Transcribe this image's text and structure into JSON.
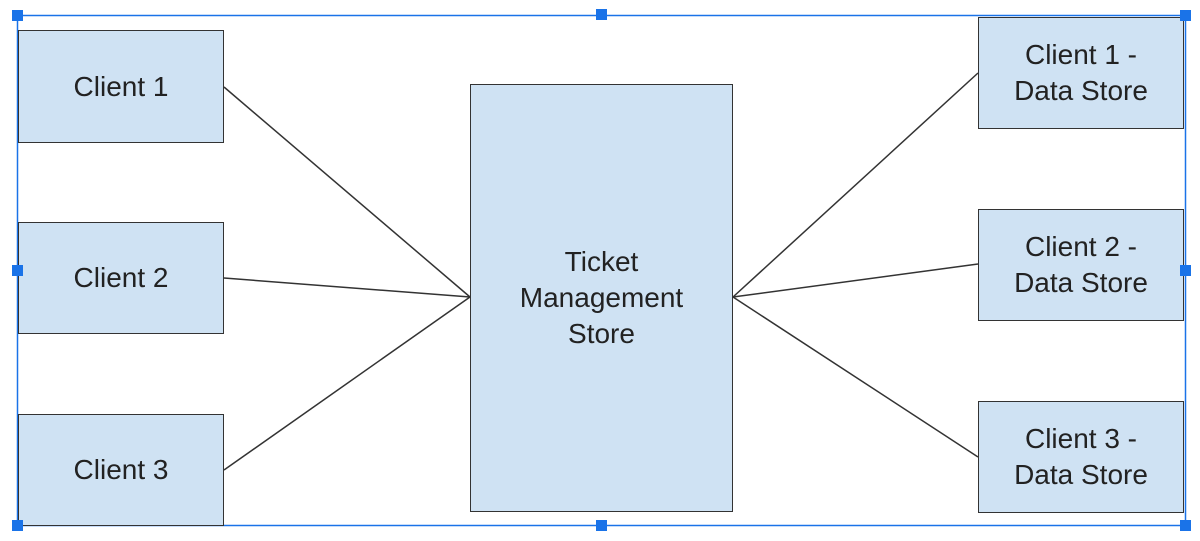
{
  "diagram": {
    "center": {
      "label": "Ticket\nManagement\nStore"
    },
    "clients": [
      {
        "label": "Client 1"
      },
      {
        "label": "Client 2"
      },
      {
        "label": "Client 3"
      }
    ],
    "data_stores": [
      {
        "label": "Client 1 -\nData Store"
      },
      {
        "label": "Client 2 -\nData Store"
      },
      {
        "label": "Client 3 -\nData Store"
      }
    ],
    "colors": {
      "box_fill": "#cfe2f3",
      "box_border": "#333333",
      "connector": "#333333",
      "selection": "#1a73e8"
    }
  }
}
